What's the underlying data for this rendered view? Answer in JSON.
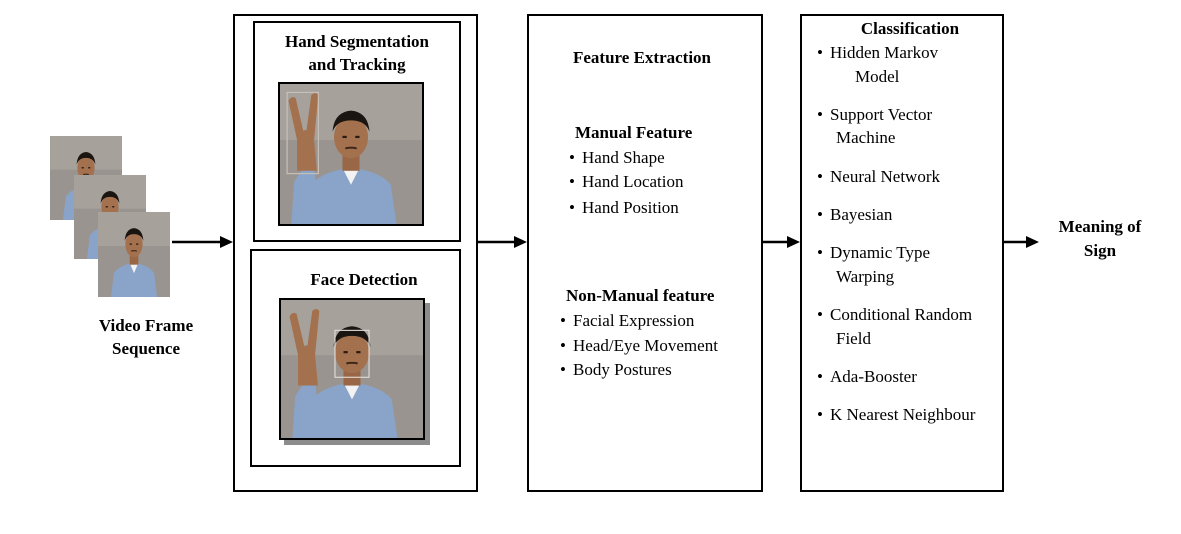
{
  "input": {
    "label_line1": "Video Frame",
    "label_line2": "Sequence"
  },
  "stage1": {
    "hand": {
      "title_line1": "Hand Segmentation",
      "title_line2": "and Tracking"
    },
    "face": {
      "title": "Face Detection"
    }
  },
  "stage2": {
    "title": "Feature Extraction",
    "manual": {
      "heading": "Manual Feature",
      "items": [
        "Hand Shape",
        "Hand Location",
        "Hand Position"
      ]
    },
    "non_manual": {
      "heading": "Non-Manual feature",
      "items": [
        "Facial Expression",
        "Head/Eye Movement",
        "Body Postures"
      ]
    }
  },
  "stage3": {
    "title": "Classification",
    "items": [
      {
        "line1": "Hidden Markov",
        "line2": "Model"
      },
      {
        "line1": "Support Vector",
        "line2": "Machine"
      },
      {
        "line1": "Neural Network",
        "line2": ""
      },
      {
        "line1": "Bayesian",
        "line2": ""
      },
      {
        "line1": "Dynamic Type",
        "line2": "Warping"
      },
      {
        "line1": "Conditional Random",
        "line2": "Field"
      },
      {
        "line1": "Ada-Booster",
        "line2": ""
      },
      {
        "line1": "K Nearest Neighbour",
        "line2": ""
      }
    ]
  },
  "output": {
    "label_line1": "Meaning of",
    "label_line2": "Sign"
  },
  "colors": {
    "wall": "#9a9490",
    "shirt": "#8aa3c8",
    "skin": "#a4714f",
    "hair": "#1b1511"
  }
}
